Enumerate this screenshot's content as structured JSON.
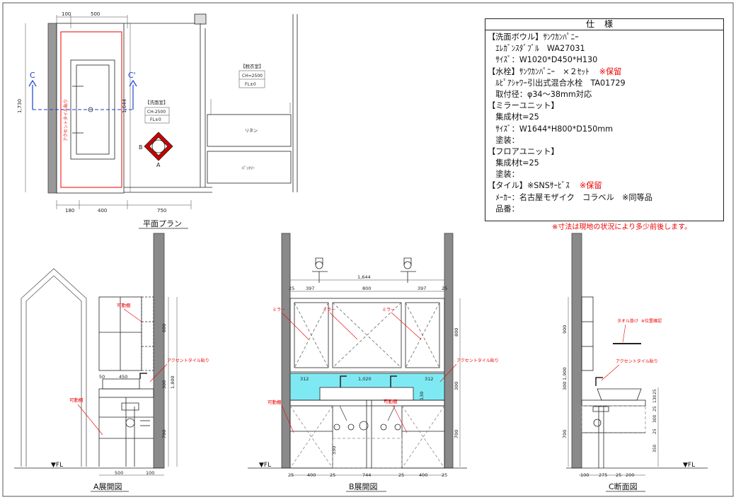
{
  "plan": {
    "title": "平面プラン",
    "dim_top": [
      "100",
      "500"
    ],
    "dim_left": "1,730",
    "dim_right": "1,644",
    "dim_bottom": [
      "180",
      "400",
      "750"
    ],
    "section_mark_left": "C",
    "section_mark_right": "C'",
    "room_label": "【洗面室】",
    "room_ch": "CH-2500",
    "room_fl": "FL±0",
    "closet_label": "【脱衣室】",
    "closet_ch": "CH=2500",
    "closet_fl": "FL±0",
    "shelf_linen": "リネン",
    "shelf_pantry": "ﾊﾟﾝﾄﾘｰ",
    "compass": [
      "B",
      "A"
    ],
    "accent_tile_vertical": "アクセントタイル貼り"
  },
  "elevation_a": {
    "title": "A展開図",
    "labels": {
      "movable_shelf_top": "可動棚",
      "movable_shelf": "可動棚",
      "accent_tile": "アクセントタイル貼り",
      "fl": "▼FL"
    },
    "dims": {
      "top_right": "800",
      "right_total": "1,800",
      "mid": "300",
      "bottom_right": "700",
      "bowl_left": "50",
      "bowl_width": "450",
      "base": "500",
      "base_wall": "100"
    }
  },
  "elevation_b": {
    "title": "B展開図",
    "labels": {
      "mirror_1": "ミラー",
      "mirror_2": "ミラー",
      "mirror_3": "ミラー",
      "movable_shelf_left": "可動棚",
      "movable_shelf_right": "可動棚",
      "accent_tile": "アクセントタイル貼り",
      "fl": "▼FL"
    },
    "dims": {
      "top_total": "1,644",
      "top_row": [
        "25",
        "397",
        "800",
        "397",
        "25"
      ],
      "counter_row": [
        "312",
        "1,020",
        "312"
      ],
      "counter_h": "130",
      "bottom_row": [
        "25",
        "400",
        "25",
        "744",
        "25",
        "400",
        "25"
      ],
      "right_top": "800",
      "right_mid": "300",
      "right_bottom": "700",
      "inner_bottom": "350"
    }
  },
  "elevation_c": {
    "title": "C断面図",
    "labels": {
      "towel_bar": "タオル掛け",
      "towel_note": "※位置確認",
      "accent_tile": "アクセントタイル貼り",
      "fl": "▼FL"
    },
    "dims": {
      "left_top": "900",
      "left_total": "1,900",
      "left_mid": "300",
      "left_bottom": "700",
      "right_stack": [
        "25",
        "130",
        "25",
        "300",
        "25",
        "350"
      ],
      "bottom_row": [
        "100",
        "275",
        "25",
        "200"
      ]
    }
  },
  "spec": {
    "title": "仕様",
    "lines": [
      {
        "text": "【洗面ボウル】ｻﾝﾜｶﾝﾊﾟﾆｰ",
        "note": ""
      },
      {
        "text": "　ｴﾚｶﾞﾝｽﾀﾞﾌﾞﾙ　WA27031",
        "note": ""
      },
      {
        "text": "　ｻｲｽﾞ：W1020*D450*H130",
        "note": ""
      },
      {
        "text": "【水栓】ｻﾝﾜｶﾝﾊﾟﾆｰ　×２ｾｯﾄ",
        "note": "※保留"
      },
      {
        "text": "　ﾙﾋﾟｱｼｬﾜｰ引出式混合水栓　TA01729",
        "note": ""
      },
      {
        "text": "　取付径：φ34～38mm対応",
        "note": ""
      },
      {
        "text": "【ミラーユニット】",
        "note": ""
      },
      {
        "text": "　集成材t=25",
        "note": ""
      },
      {
        "text": "　ｻｲｽﾞ：W1644*H800*D150mm",
        "note": ""
      },
      {
        "text": "　塗装：",
        "note": ""
      },
      {
        "text": "【フロアユニット】",
        "note": ""
      },
      {
        "text": "　集成材t=25",
        "note": ""
      },
      {
        "text": "　塗装：",
        "note": ""
      },
      {
        "text": "【タイル】※SNSｻｰﾋﾞｽ",
        "note": "※保留"
      },
      {
        "text": "　ﾒｰｶｰ：名古屋モザイク　コラベル　※同等品",
        "note": ""
      },
      {
        "text": "　品番：",
        "note": ""
      }
    ],
    "footnote": "※寸法は現地の状況により多少前後します。"
  },
  "colors": {
    "accent_red": "#e00000",
    "accent_blue": "#1a3fd0",
    "tile_cyan": "#7fe9f3",
    "wall_gray": "#8a8a8a"
  }
}
